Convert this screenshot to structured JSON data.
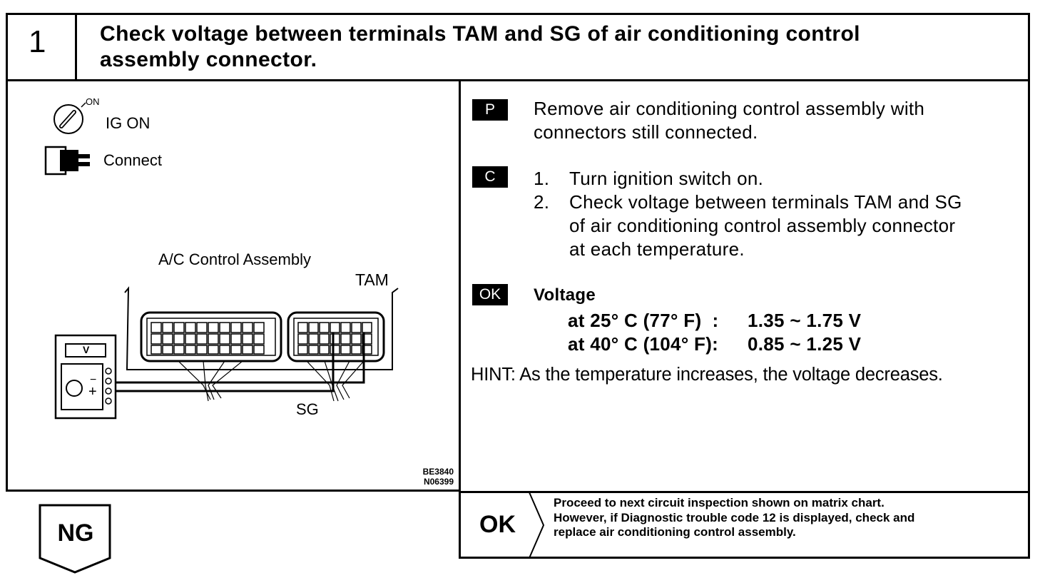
{
  "header": {
    "step_number": "1",
    "title_line1": "Check voltage between terminals TAM and SG of air conditioning control",
    "title_line2": "assembly connector."
  },
  "left_panel": {
    "ignition_on_label": "ON",
    "ignition_text": "IG ON",
    "connect_text": "Connect",
    "assembly_label": "A/C Control Assembly",
    "terminal_tam": "TAM",
    "terminal_sg": "SG",
    "meter_label": "V",
    "meter_minus": "−",
    "meter_plus": "+",
    "figure_code_1": "BE3840",
    "figure_code_2": "N06399"
  },
  "right_panel": {
    "prep_tag": "P",
    "prep_line1": "Remove air conditioning control assembly with",
    "prep_line2": "connectors still connected.",
    "check_tag": "C",
    "step1_num": "1.",
    "step1_text": "Turn ignition switch on.",
    "step2_num": "2.",
    "step2_line1": "Check voltage between terminals TAM and SG",
    "step2_line2": "of air conditioning control assembly connector",
    "step2_line3": "at each temperature.",
    "ok_tag": "OK",
    "voltage_heading": "Voltage",
    "row1_temp": "at 25° C (77° F)  :",
    "row1_value": "1.35 ~ 1.75 V",
    "row2_temp": "at 40° C (104° F):",
    "row2_value": "0.85 ~ 1.25 V",
    "hint": "HINT: As the temperature increases, the voltage decreases."
  },
  "outcomes": {
    "ng_label": "NG",
    "ok_label": "OK",
    "ok_line1": "Proceed to next circuit inspection shown on matrix chart.",
    "ok_line2": "However, if Diagnostic trouble code 12 is displayed, check and",
    "ok_line3": "replace air conditioning control assembly."
  }
}
